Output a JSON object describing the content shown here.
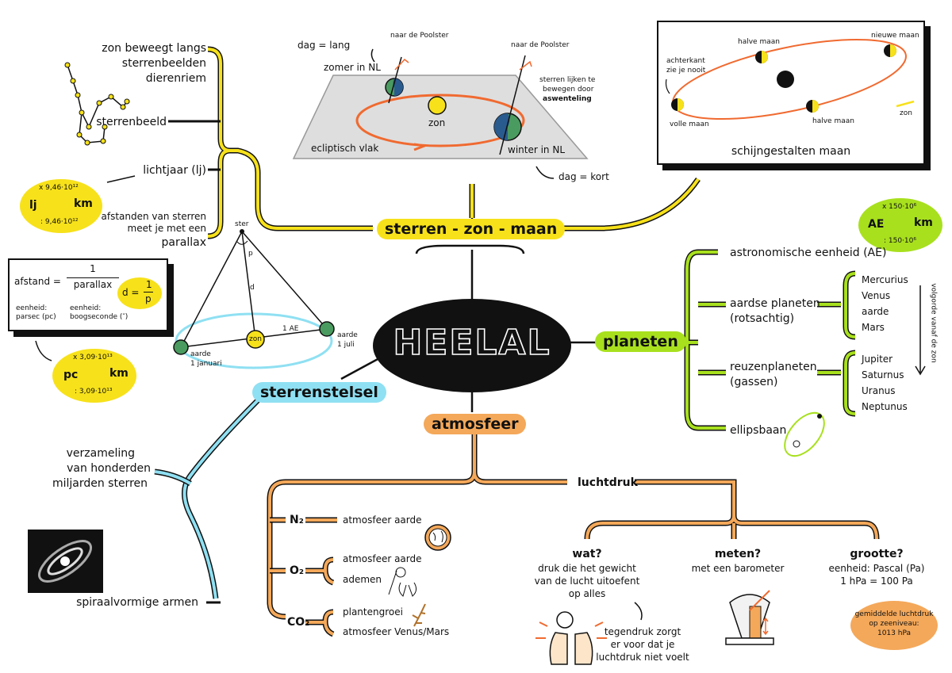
{
  "center": {
    "title": "HEELAL"
  },
  "branches": {
    "stars": "sterren - zon - maan",
    "planets": "planeten",
    "atmosphere": "atmosfeer",
    "galaxy": "sterrenstelsel"
  },
  "stars_branch": {
    "items": [
      "zon beweegt langs",
      "sterrenbeelden",
      "dierenriem",
      "sterrenbeeld",
      "lichtjaar (lj)",
      "afstanden van sterren",
      "meet je met een",
      "parallax"
    ],
    "lj_blob": {
      "top": "x 9,46·10¹²",
      "left": "lj",
      "right": "km",
      "bottom": ": 9,46·10¹²"
    },
    "pc_blob": {
      "top": "x 3,09·10¹³",
      "left": "pc",
      "right": "km",
      "bottom": ": 3,09·10¹³"
    },
    "formula": {
      "lhs": "afstand =",
      "num": "1",
      "den": "parallax",
      "unit1": "eenheid:",
      "unit1b": "parsec (pc)",
      "unit2": "eenheid:",
      "unit2b": "boogseconde (″)",
      "d": "d =",
      "dnum": "1",
      "dden": "p"
    }
  },
  "seasons": {
    "day_long": "dag = lang",
    "day_short": "dag = kort",
    "summer": "zomer in NL",
    "winter": "winter in NL",
    "pole1": "naar de Poolster",
    "pole2": "naar de Poolster",
    "sun": "zon",
    "plane": "ecliptisch vlak",
    "rot1": "sterren lijken te",
    "rot2": "bewegen door",
    "rot3": "aswenteling"
  },
  "moon": {
    "half1": "halve maan",
    "new": "nieuwe maan",
    "back1": "achterkant",
    "back2": "zie je nooit",
    "full": "volle maan",
    "half2": "halve maan",
    "sun": "zon",
    "caption": "schijngestalten maan"
  },
  "parallax": {
    "star": "ster",
    "p": "p",
    "d": "d",
    "sun": "zon",
    "ae": "1 AE",
    "e1": "aarde",
    "e1d": "1 januari",
    "e2": "aarde",
    "e2d": "1 juli"
  },
  "planets_branch": {
    "ae": "astronomische eenheid (AE)",
    "ae_blob": {
      "top": "x 150·10⁶",
      "left": "AE",
      "right": "km",
      "bottom": ": 150·10⁶"
    },
    "earthlike": "aardse planeten",
    "earthlike2": "(rotsachtig)",
    "giant": "reuzenplaneten",
    "giant2": "(gassen)",
    "ellipse": "ellipsbaan",
    "inner": [
      "Mercurius",
      "Venus",
      "aarde",
      "Mars"
    ],
    "outer": [
      "Jupiter",
      "Saturnus",
      "Uranus",
      "Neptunus"
    ],
    "order": "volgorde vanaf de zon"
  },
  "galaxy_branch": {
    "items": [
      "verzameling",
      "van honderden",
      "miljarden sterren"
    ],
    "arms": "spiraalvormige armen"
  },
  "atmo_branch": {
    "n2": "N₂",
    "n2a": "atmosfeer aarde",
    "o2": "O₂",
    "o2a": "atmosfeer aarde",
    "o2b": "ademen",
    "co2": "CO₂",
    "co2a": "plantengroei",
    "co2b": "atmosfeer Venus/Mars",
    "pressure": "luchtdruk",
    "what": "wat?",
    "what1": "druk die het gewicht",
    "what2": "van de lucht uitoefent",
    "what3": "op alles",
    "counter1": "tegendruk zorgt",
    "counter2": "er voor dat je",
    "counter3": "luchtdruk niet voelt",
    "measure": "meten?",
    "measure1": "met een barometer",
    "size": "grootte?",
    "size1": "eenheid: Pascal (Pa)",
    "size2": "1 hPa = 100 Pa",
    "avg1": "gemiddelde luchtdruk",
    "avg2": "op zeeniveau:",
    "avg3": "1013 hPa"
  },
  "colors": {
    "yellow": "#f7e11a",
    "green": "#a8e01e",
    "orange": "#f4a85a",
    "cyan": "#8fe0f2"
  }
}
